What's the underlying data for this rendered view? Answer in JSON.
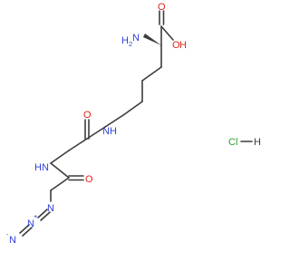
{
  "colors": {
    "carbon_bond": "#3c3c3c",
    "nitrogen": "#2f3fd6",
    "oxygen": "#e0251b",
    "chlorine": "#2c9c2c",
    "hydrogen": "#3c3c3c"
  },
  "labels": {
    "amino_n": "N",
    "amino_h2": "H",
    "amino_sub": "2",
    "acid_o_double": "O",
    "acid_oh_o": "O",
    "acid_oh_h": "H",
    "amide_n1_h": "H",
    "amide_n1": "N",
    "amide_o1": "O",
    "amide_n2_h": "H",
    "amide_n2": "N",
    "amide_o2": "O",
    "azide_n1": "N",
    "azide_n2": "N",
    "azide_n3": "N",
    "azide_minus": "-",
    "azide_plus": "+",
    "salt_cl": "Cl",
    "salt_h": "H"
  }
}
